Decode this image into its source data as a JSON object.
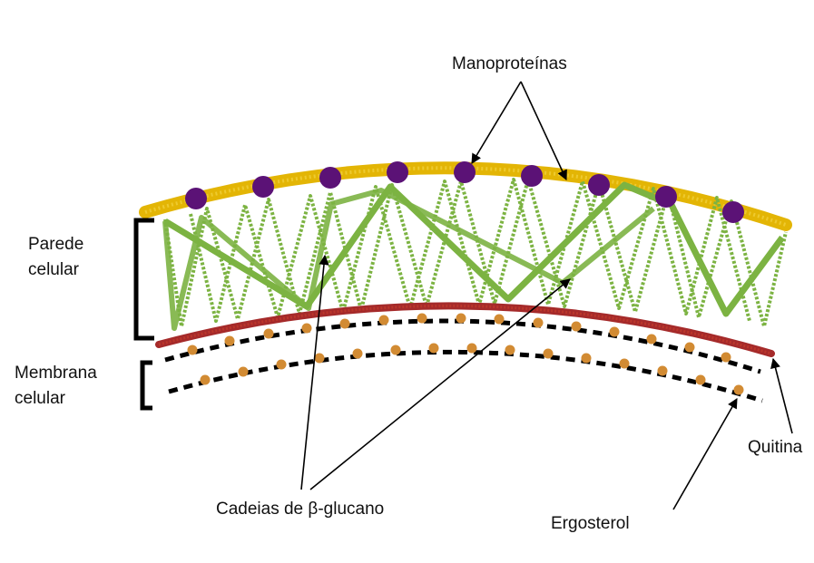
{
  "labels": {
    "manoproteinas": "Manoproteínas",
    "parede_line1": "Parede",
    "parede_line2": "celular",
    "membrana_line1": "Membrana",
    "membrana_line2": "celular",
    "glucano": "Cadeias de β-glucano",
    "ergosterol": "Ergosterol",
    "quitina": "Quitina"
  },
  "colors": {
    "mannoprotein_layer": "#e3b505",
    "mannoprotein_dots": "#5b1276",
    "glucan_chains": "#7cb342",
    "chitin_layer": "#a52a2a",
    "membrane_dashes": "#000000",
    "ergosterol_dots": "#d28b33",
    "brackets": "#000000",
    "arrows": "#000000"
  }
}
